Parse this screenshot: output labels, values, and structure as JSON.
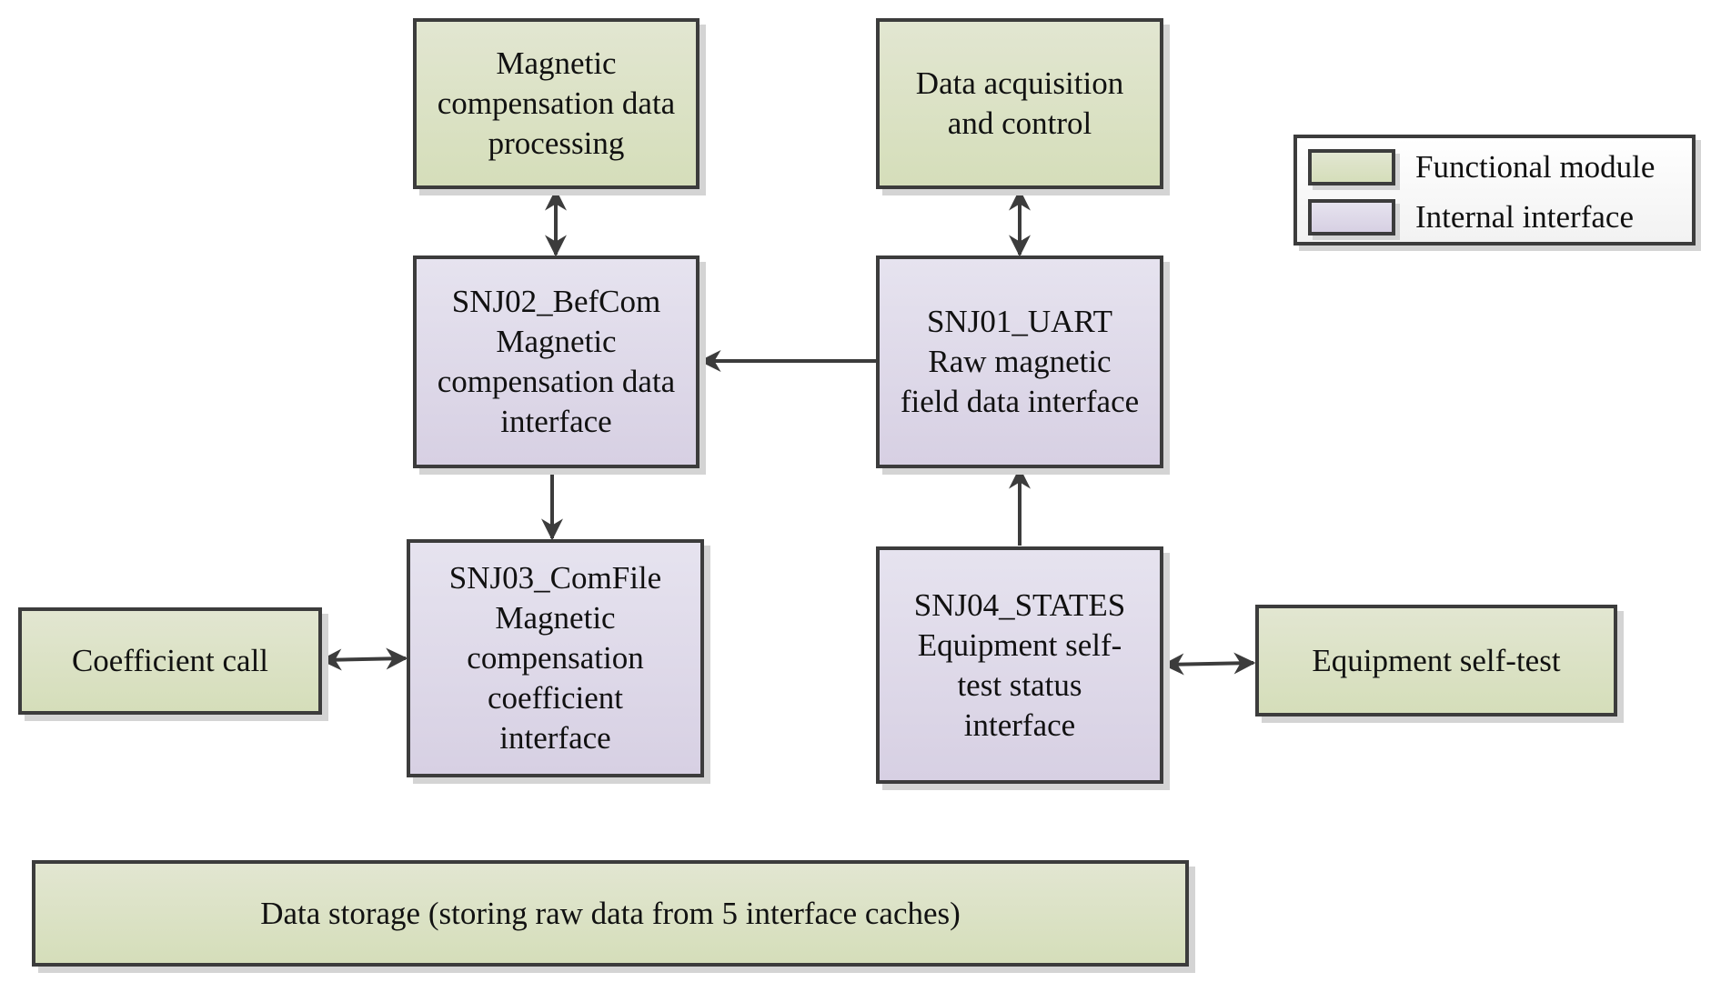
{
  "diagram": {
    "colors": {
      "functional_module": "#dbe2c4",
      "internal_interface": "#ded8e9",
      "border": "#3c3c3c",
      "arrow": "#3c3c3c"
    },
    "nodes": {
      "mag_processing": {
        "type": "functional_module",
        "lines": [
          "Magnetic",
          "compensation data",
          "processing"
        ]
      },
      "data_acq": {
        "type": "functional_module",
        "lines": [
          "Data acquisition",
          "and control"
        ]
      },
      "snj02": {
        "type": "internal_interface",
        "lines": [
          "SNJ02_BefCom",
          "Magnetic",
          "compensation data",
          "interface"
        ]
      },
      "snj01": {
        "type": "internal_interface",
        "lines": [
          "SNJ01_UART",
          "Raw magnetic",
          "field data interface"
        ]
      },
      "snj03": {
        "type": "internal_interface",
        "lines": [
          "SNJ03_ComFile",
          "Magnetic",
          "compensation",
          "coefficient",
          "interface"
        ]
      },
      "snj04": {
        "type": "internal_interface",
        "lines": [
          "SNJ04_STATES",
          "Equipment self-",
          "test status",
          "interface"
        ]
      },
      "coeff_call": {
        "type": "functional_module",
        "lines": [
          "Coefficient call"
        ]
      },
      "self_test": {
        "type": "functional_module",
        "lines": [
          "Equipment self-test"
        ]
      },
      "storage": {
        "type": "functional_module",
        "lines": [
          "Data storage (storing raw data from 5 interface caches)"
        ]
      }
    },
    "edges": [
      {
        "from": "mag_processing",
        "to": "snj02",
        "direction": "both"
      },
      {
        "from": "data_acq",
        "to": "snj01",
        "direction": "both"
      },
      {
        "from": "snj01",
        "to": "snj02",
        "direction": "forward"
      },
      {
        "from": "snj02",
        "to": "snj03",
        "direction": "forward"
      },
      {
        "from": "snj04",
        "to": "snj01",
        "direction": "forward"
      },
      {
        "from": "coeff_call",
        "to": "snj03",
        "direction": "both"
      },
      {
        "from": "snj04",
        "to": "self_test",
        "direction": "both"
      }
    ],
    "legend": [
      {
        "type": "functional_module",
        "label": "Functional module"
      },
      {
        "type": "internal_interface",
        "label": "Internal interface"
      }
    ]
  }
}
